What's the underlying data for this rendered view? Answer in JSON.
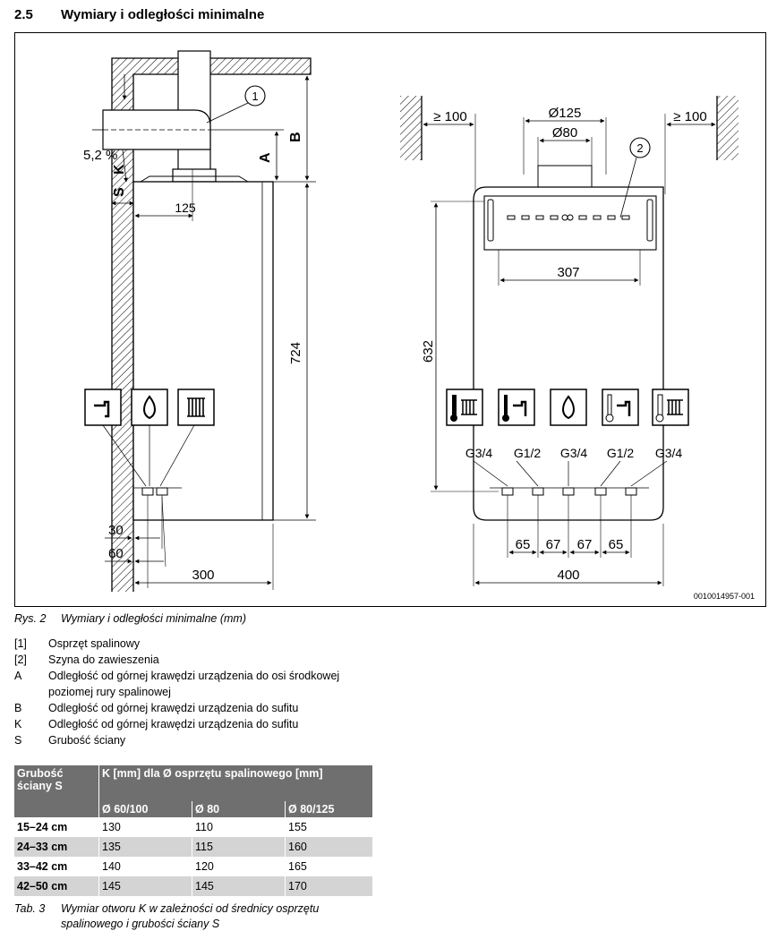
{
  "section": {
    "number": "2.5",
    "title": "Wymiary i odległości minimalne"
  },
  "figure": {
    "labels": {
      "callout1": "1",
      "callout2": "2",
      "A": "A",
      "B": "B",
      "K": "K",
      "S": "S",
      "slope": "5,2 %",
      "dim125": "125",
      "dim724": "724",
      "dim30": "30",
      "dim60": "60",
      "dim300": "300",
      "min_left": "≥ 100",
      "min_right": "≥ 100",
      "d125": "Ø125",
      "d80": "Ø80",
      "dim307": "307",
      "dim632": "632",
      "gas_conn": [
        "G3/4",
        "G1/2",
        "G3/4",
        "G1/2",
        "G3/4"
      ],
      "spacing": [
        "65",
        "67",
        "67",
        "65"
      ],
      "dim400": "400",
      "code": "0010014957-001"
    },
    "left_icons": [
      "hot-water-tap-icon",
      "gas-flame-icon",
      "radiator-icon"
    ],
    "right_icons": [
      "heating-flow-icon",
      "hot-water-icon",
      "gas-flame-icon",
      "cold-water-icon",
      "heating-return-icon"
    ]
  },
  "figure_caption": {
    "label": "Rys. 2",
    "text": "Wymiary i odległości minimalne (mm)"
  },
  "legend": [
    {
      "key": "[1]",
      "text": "Osprzęt spalinowy"
    },
    {
      "key": "[2]",
      "text": "Szyna do zawieszenia"
    },
    {
      "key": "A",
      "text": "Odległość od górnej krawędzi urządzenia do osi środkowej poziomej rury spalinowej"
    },
    {
      "key": "B",
      "text": "Odległość od górnej krawędzi urządzenia do sufitu"
    },
    {
      "key": "K",
      "text": "Odległość od górnej krawędzi urządzenia do sufitu"
    },
    {
      "key": "S",
      "text": "Grubość ściany"
    }
  ],
  "table": {
    "header_col1": "Grubość ściany S",
    "header_group": "K [mm] dla Ø osprzętu spalinowego [mm]",
    "subheaders": [
      "Ø 60/100",
      "Ø 80",
      "Ø 80/125"
    ],
    "rows": [
      {
        "thickness": "15–24 cm",
        "values": [
          "130",
          "110",
          "155"
        ]
      },
      {
        "thickness": "24–33 cm",
        "values": [
          "135",
          "115",
          "160"
        ]
      },
      {
        "thickness": "33–42 cm",
        "values": [
          "140",
          "120",
          "165"
        ]
      },
      {
        "thickness": "42–50 cm",
        "values": [
          "145",
          "145",
          "170"
        ]
      }
    ]
  },
  "table_caption": {
    "label": "Tab. 3",
    "text": "Wymiar otworu K w zależności od średnicy osprzętu spalinowego i grubości ściany S"
  }
}
